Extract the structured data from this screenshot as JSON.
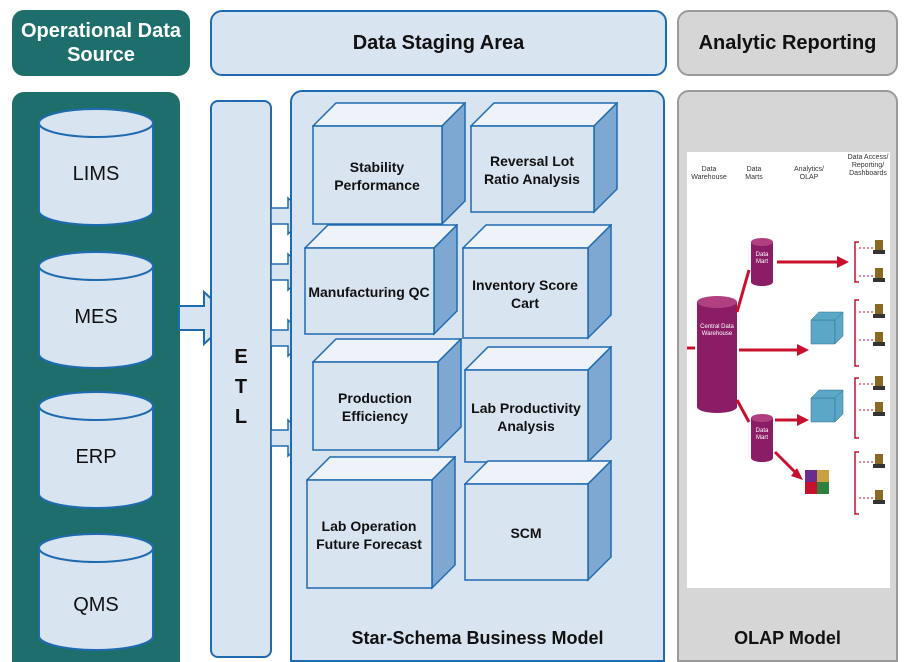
{
  "headers": {
    "ods": "Operational Data Source",
    "dsa": "Data Staging Area",
    "ar": "Analytic Reporting"
  },
  "sources": [
    "LIMS",
    "MES",
    "ERP",
    "QMS"
  ],
  "etl": [
    "E",
    "T",
    "L"
  ],
  "cubes": [
    "Stability Performance",
    "Reversal Lot Ratio Analysis",
    "Manufacturing QC",
    "Inventory Score Cart",
    "Production Efficiency",
    "Lab Productivity Analysis",
    "Lab Operation Future Forecast",
    "SCM"
  ],
  "star_caption": "Star-Schema Business Model",
  "olap_caption": "OLAP Model",
  "olap_diagram": {
    "col1": "Data Warehouse",
    "col2": "Data Marts",
    "col3": "Analytics/ OLAP",
    "col4": "Data Access/ Reporting/ Dashboards",
    "central": "Central Data Warehouse",
    "mart1": "Data Mart",
    "mart2": "Data Mart"
  },
  "colors": {
    "teal": "#1e6f6c",
    "staging_fill": "#d9e4f1",
    "staging_border": "#1f6bb0",
    "grey": "#d6d6d6",
    "warehouse": "#8b1d66",
    "arrow_red": "#c8102e"
  }
}
